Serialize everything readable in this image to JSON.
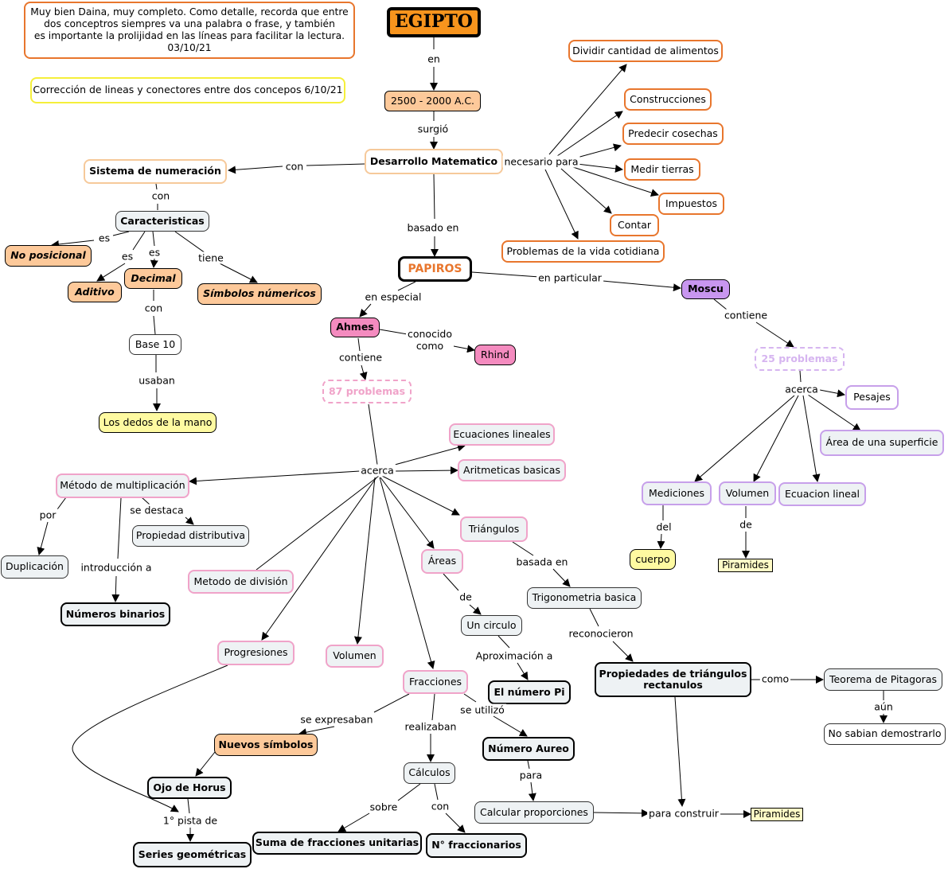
{
  "notes": {
    "teacher_comment": "Muy bien Daina, muy completo.  Como detalle, recorda que entre\ndos conceptros siempres va una palabra o frase, y también\nes importante la prolijidad en las líneas para facilitar la lectura.\n03/10/21",
    "correction": "Corrección de lineas y conectores entre dos concepos 6/10/21"
  },
  "nodes": {
    "egipto": "EGIPTO",
    "fecha": "2500 - 2000 A.C.",
    "desarrollo": "Desarrollo Matematico",
    "sistema": "Sistema de numeración",
    "caracteristicas": "Caracteristicas",
    "no_posicional": "No posicional",
    "aditivo": "Aditivo",
    "decimal": "Decimal",
    "simbolos": "Símbolos númericos",
    "base10": "Base 10",
    "dedos": "Los dedos de la mano",
    "dividir": "Dividir cantidad de alimentos",
    "construcciones": "Construcciones",
    "predecir": "Predecir cosechas",
    "medir": "Medir tierras",
    "impuestos": "Impuestos",
    "contar": "Contar",
    "problemas_vida": "Problemas de la vida cotidiana",
    "papiros": "PAPIROS",
    "moscu": "Moscu",
    "ahmes": "Ahmes",
    "rhind": "Rhind",
    "p87": "87 problemas",
    "p25": "25 problemas",
    "pesajes": "Pesajes",
    "area_sup": "Área de una superficie",
    "mediciones": "Mediciones",
    "volumen_m": "Volumen",
    "ecuacion_lineal": "Ecuacion lineal",
    "cuerpo": "cuerpo",
    "piramides1": "Piramides",
    "ecuaciones": "Ecuaciones lineales",
    "aritmeticas": "Aritmeticas basicas",
    "metodo_mult": "Método de multiplicación",
    "propiedad": "Propiedad distributiva",
    "duplicacion": "Duplicación",
    "binarios": "Números binarios",
    "metodo_div": "Metodo de división",
    "triangulos": "Triángulos",
    "areas": "Áreas",
    "trigonometria": "Trigonometria basica",
    "circulo": "Un circulo",
    "pi": "El número Pi",
    "progresiones": "Progresiones",
    "volumen_a": "Volumen",
    "fracciones": "Fracciones",
    "propiedades_tri": "Propiedades de triángulos\nrectanulos",
    "pitagoras": "Teorema de Pitagoras",
    "no_sabian": "No sabian demostrarlo",
    "nuevos": "Nuevos símbolos",
    "aureo": "Número Aureo",
    "ojo": "Ojo de Horus",
    "calculos": "Cálculos",
    "calcular": "Calcular proporciones",
    "piramides2": "Piramides",
    "series": "Series geométricas",
    "suma": "Suma de fracciones unitarias",
    "fraccionarios": "N° fraccionarios"
  },
  "links": {
    "en": "en",
    "surgio": "surgió",
    "con1": "con",
    "con2": "con",
    "es1": "es",
    "es2": "es",
    "es3": "es",
    "tiene": "tiene",
    "con3": "con",
    "usaban": "usaban",
    "necesario": "necesario para",
    "basado": "basado en",
    "en_especial": "en especial",
    "en_particular": "en particular",
    "conocido": "conocido\ncomo",
    "contiene1": "contiene",
    "contiene2": "contiene",
    "acerca1": "acerca",
    "acerca2": "acerca",
    "del": "del",
    "de1": "de",
    "por": "por",
    "se_destaca": "se destaca",
    "introduccion": "introducción a",
    "basada": "basada en",
    "de2": "de",
    "reconocieron": "reconocieron",
    "aproximacion": "Aproximación a",
    "como": "como",
    "aun": "aún",
    "se_expresaban": "se expresaban",
    "realizaban": "realizaban",
    "se_utilizo": "se utilizó",
    "para": "para",
    "para_construir": "para construir",
    "pista": "1° pista de",
    "sobre": "sobre",
    "con4": "con"
  },
  "colors": {
    "orange_border": "#e8762d",
    "egipto_fill": "#f7941d",
    "peach_fill": "#fdc99a",
    "pink_fill": "#f48bbf",
    "lilac_fill": "#c896ef",
    "yellow_fill": "#fefaa1",
    "gray_fill": "#eef2f4"
  }
}
